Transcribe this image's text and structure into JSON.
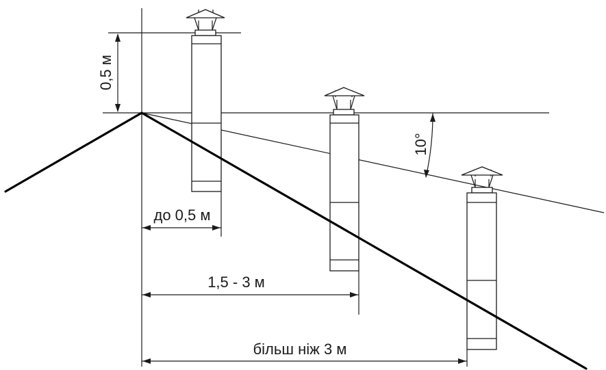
{
  "labels": {
    "height": "0,5 м",
    "dist_near": "до 0,5 м",
    "dist_mid": "1,5 - 3 м",
    "dist_far": "більш ніж 3 м",
    "angle": "10°"
  }
}
